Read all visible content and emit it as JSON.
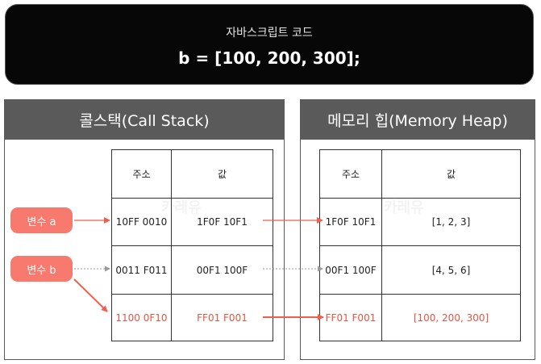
{
  "code": {
    "caption": "자바스크립트 코드",
    "line": "b = [100, 200, 300];"
  },
  "stack_panel": {
    "title": "콜스택(Call Stack)",
    "headers": {
      "address": "주소",
      "value": "값"
    },
    "rows": [
      {
        "address": "10FF 0010",
        "value": "1F0F 10F1",
        "highlight": false
      },
      {
        "address": "0011 F011",
        "value": "00F1 100F",
        "highlight": false
      },
      {
        "address": "1100 0F10",
        "value": "FF01 F001",
        "highlight": true
      }
    ]
  },
  "heap_panel": {
    "title": "메모리 힙(Memory Heap)",
    "headers": {
      "address": "주소",
      "value": "값"
    },
    "rows": [
      {
        "address": "1F0F 10F1",
        "value": "[1, 2, 3]",
        "highlight": false
      },
      {
        "address": "00F1 100F",
        "value": "[4, 5, 6]",
        "highlight": false
      },
      {
        "address": "FF01 F001",
        "value": "[100, 200, 300]",
        "highlight": true
      }
    ]
  },
  "variables": [
    {
      "label": "변수 a"
    },
    {
      "label": "변수 b"
    }
  ],
  "watermark": "카레유",
  "colors": {
    "accent": "#f87a6e",
    "highlight_text": "#e65540",
    "arrow": "#f05f4b",
    "dotted_arrow": "#9a9a9a",
    "panel_header": "#5a5a5a",
    "code_bg": "#070707"
  }
}
